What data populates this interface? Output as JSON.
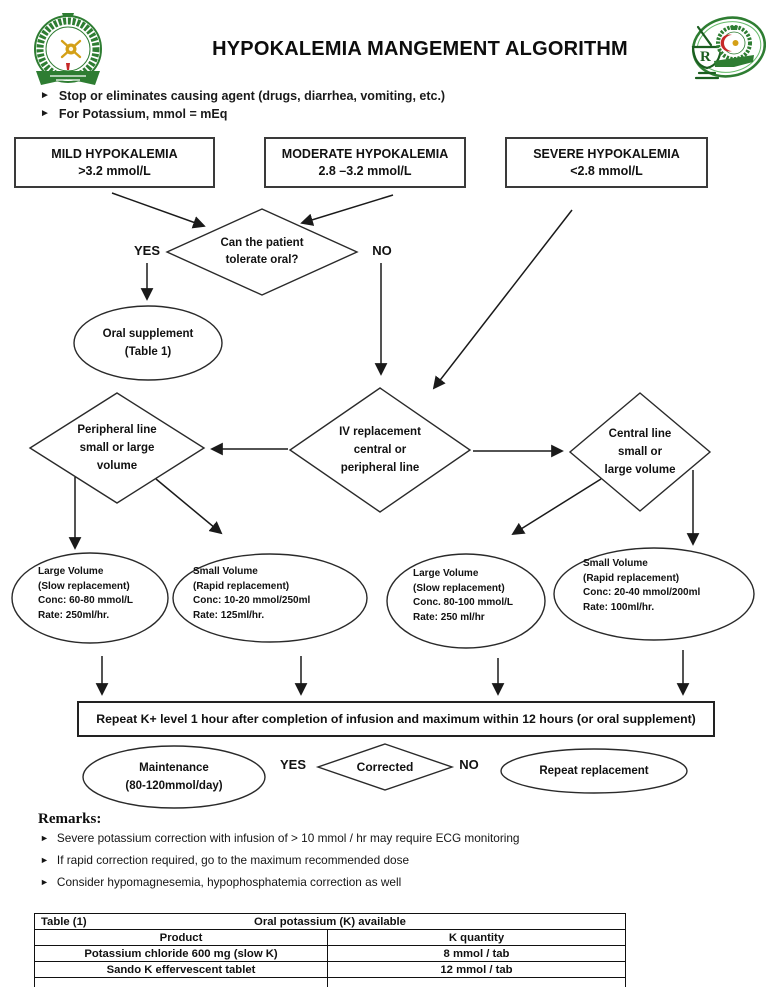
{
  "header": {
    "title": "HYPOKALEMIA MANGEMENT ALGORITHM",
    "notes": [
      "Stop or eliminates causing agent (drugs, diarrhea, vomiting, etc.)",
      "For Potassium, mmol = mEq"
    ],
    "left_logo": "armed-forces-medical-services-emblem",
    "right_logo": "pharmacy-department-emblem"
  },
  "icons": {
    "bullet_char": "►"
  },
  "severity_boxes": {
    "mild": "MILD HYPOKALEMIA\n>3.2 mmol/L",
    "moderate": "MODERATE HYPOKALEMIA\n2.8 –3.2 mmol/L",
    "severe": "SEVERE HYPOKALEMIA\n<2.8 mmol/L"
  },
  "decisions": {
    "tolerate_oral": "Can the patient\ntolerate oral?",
    "iv_replacement": "IV replacement\ncentral or\nperipheral line",
    "peripheral_line": "Peripheral line\nsmall or large\nvolume",
    "central_line": "Central line\nsmall or\nlarge volume",
    "corrected": "Corrected"
  },
  "branch_labels": {
    "yes1": "YES",
    "no1": "NO",
    "yes2": "YES",
    "no2": "NO"
  },
  "outcomes": {
    "oral_supplement": "Oral supplement\n(Table 1)",
    "peripheral_large": "Large Volume\n(Slow replacement)\nConc: 60-80 mmol/L\nRate: 250ml/hr.",
    "peripheral_small": "Small Volume\n(Rapid replacement)\nConc: 10-20 mmol/250ml\nRate: 125ml/hr.",
    "central_large": "Large Volume\n(Slow replacement)\nConc. 80-100 mmol/L\nRate: 250 ml/hr",
    "central_small": "Small Volume\n(Rapid replacement)\nConc: 20-40 mmol/200ml\nRate: 100ml/hr.",
    "repeat_level": "Repeat K+ level 1 hour after completion of infusion and maximum within 12 hours (or oral supplement)",
    "maintenance": "Maintenance\n(80-120mmol/day)",
    "repeat_replacement": "Repeat replacement"
  },
  "remarks": {
    "heading": "Remarks:",
    "items": [
      "Severe potassium correction with infusion of > 10 mmol / hr may require ECG monitoring",
      "If rapid correction required, go to the maximum recommended dose",
      "Consider hypomagnesemia, hypophosphatemia correction as well"
    ]
  },
  "table": {
    "label": "Table (1)",
    "title": "Oral potassium (K) available",
    "columns": [
      "Product",
      "K quantity"
    ],
    "rows": [
      [
        "Potassium chloride 600 mg (slow K)",
        "8 mmol / tab"
      ],
      [
        "Sando K effervescent tablet",
        "12 mmol / tab"
      ]
    ]
  }
}
